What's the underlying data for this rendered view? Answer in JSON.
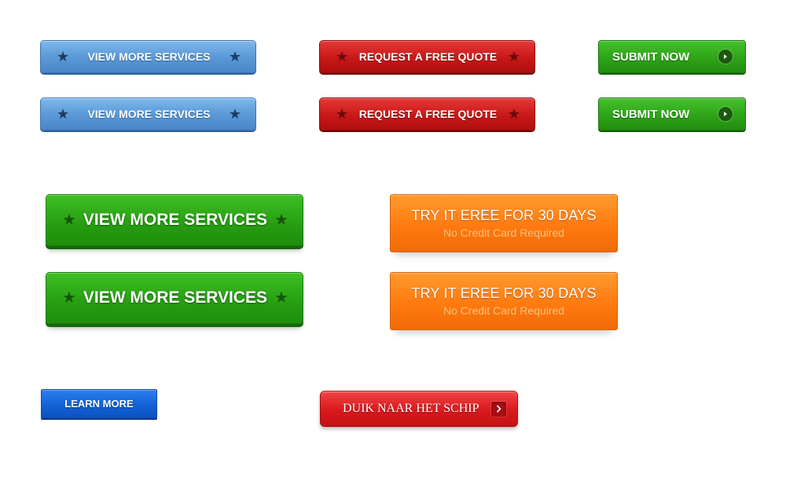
{
  "buttons": {
    "view_services_small": "VIEW MORE SERVICES",
    "request_quote": "REQUEST A FREE QUOTE",
    "submit_now": "SUBMIT NOW",
    "view_services_large": "VIEW MORE SERVICES",
    "trial_title": "TRY IT EREE FOR 30 DAYS",
    "trial_subtitle": "No Credit Card Required",
    "learn_more": "LEARN MORE",
    "dutch": "DUIK NAAR HET SCHIP"
  },
  "icons": {
    "star": "★"
  },
  "colors": {
    "blue": "#5b9ad8",
    "red": "#c81818",
    "green": "#2ea318",
    "orange": "#ff7a10",
    "learn_blue": "#1462d6"
  }
}
